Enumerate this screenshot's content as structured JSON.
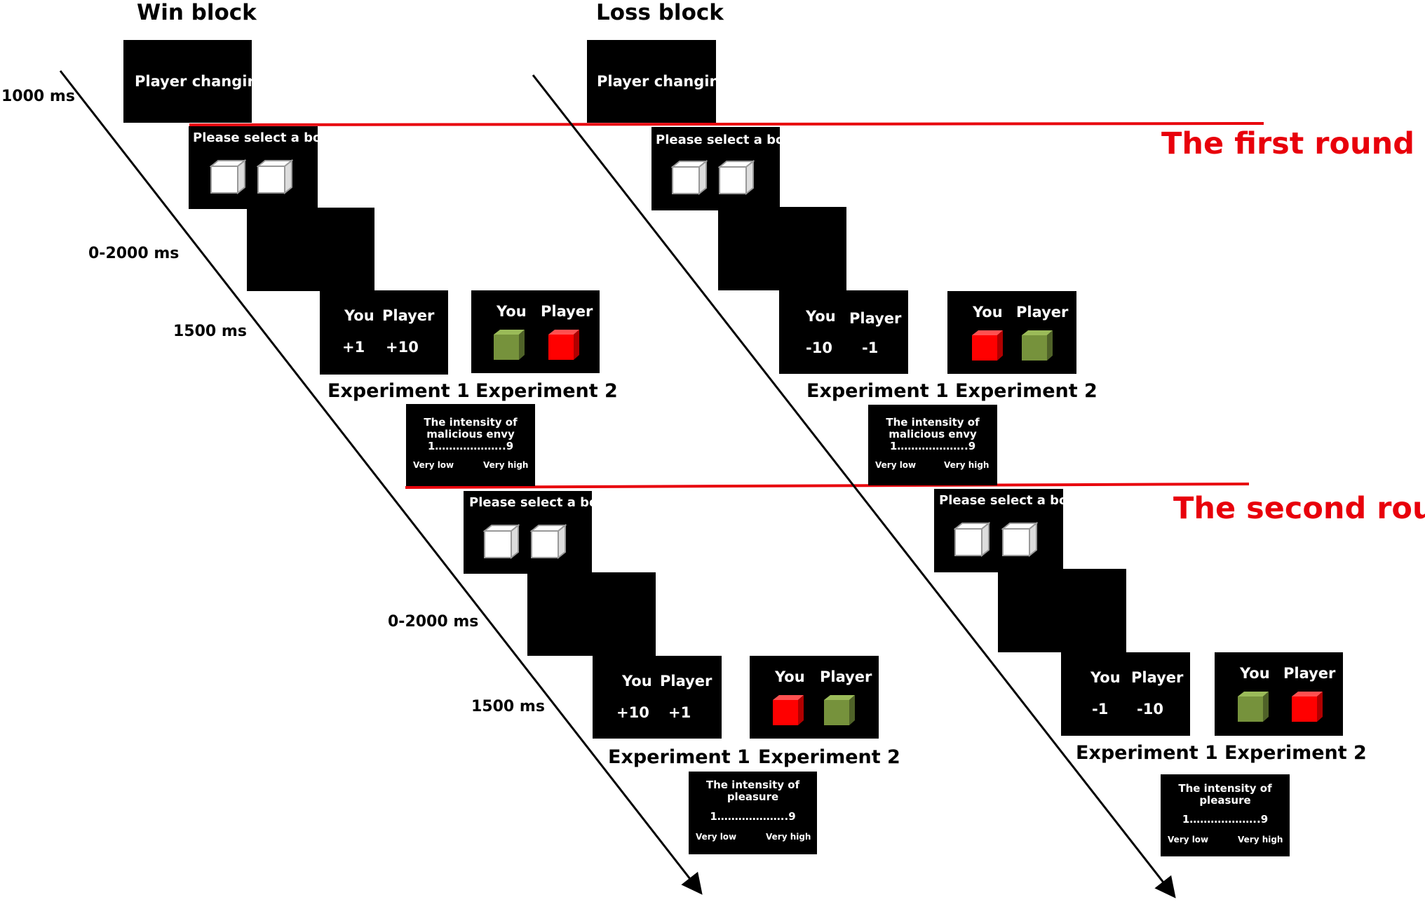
{
  "blocks": [
    {
      "title": "Win block",
      "timings": [
        "1000 ms",
        "0-2000 ms",
        "1500 ms",
        "0-2000 ms",
        "1500 ms"
      ],
      "player_changing": "Player changing",
      "round1": {
        "select_text": "Please select a box",
        "you_label": "You",
        "player_label": "Player",
        "you_value": "+1",
        "player_value": "+10",
        "exp1_label": "Experiment 1",
        "exp2_label": "Experiment 2",
        "exp2_cubes": [
          "green",
          "red"
        ],
        "rating": {
          "line1": "The intensity of",
          "line2": "malicious envy",
          "scale": "1………………..9",
          "low": "Very low",
          "high": "Very high"
        }
      },
      "round2": {
        "select_text": "Please select a box",
        "you_label": "You",
        "player_label": "Player",
        "you_value": "+10",
        "player_value": "+1",
        "exp1_label": "Experiment 1",
        "exp2_label": "Experiment 2",
        "exp2_cubes": [
          "red",
          "green"
        ],
        "rating": {
          "line1": "The intensity of",
          "line2": "pleasure",
          "scale": "1………………..9",
          "low": "Very low",
          "high": "Very high"
        }
      }
    },
    {
      "title": "Loss block",
      "player_changing": "Player changing",
      "round1": {
        "select_text": "Please select a box",
        "you_label": "You",
        "player_label": "Player",
        "you_value": "-10",
        "player_value": "-1",
        "exp1_label": "Experiment 1",
        "exp2_label": "Experiment 2",
        "exp2_cubes": [
          "red",
          "green"
        ],
        "rating": {
          "line1": "The intensity of",
          "line2": "malicious envy",
          "scale": "1………………..9",
          "low": "Very low",
          "high": "Very high"
        }
      },
      "round2": {
        "select_text": "Please select a box",
        "you_label": "You",
        "player_label": "Player",
        "you_value": "-1",
        "player_value": "-10",
        "exp1_label": "Experiment 1",
        "exp2_label": "Experiment 2",
        "exp2_cubes": [
          "green",
          "red"
        ],
        "rating": {
          "line1": "The intensity of",
          "line2": "pleasure",
          "scale": "1………………..9",
          "low": "Very low",
          "high": "Very high"
        }
      }
    }
  ],
  "rounds": [
    "The first round",
    "The second round"
  ],
  "colors": {
    "round_line": "#e8000b",
    "cube_red": "#ff0000",
    "cube_green": "#76923c",
    "screen": "#000000"
  }
}
